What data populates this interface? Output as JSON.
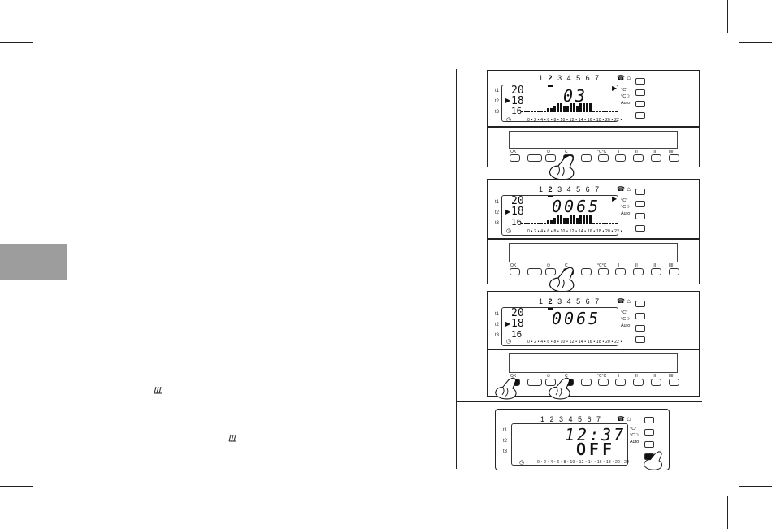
{
  "units": [
    {
      "days_prefix": "1",
      "days_bold": "2",
      "days_suffix": "3 4 5 6 7",
      "phone": "☎ ⌂",
      "zones": [
        "t1",
        "t2",
        "t3"
      ],
      "temps": [
        "20",
        "18",
        "16"
      ],
      "display": "03",
      "hours": "0 • 2 • 4 • 6 • 8 • 10 • 12 • 14 • 16 • 18 • 20 • 22 •",
      "side_labels": [
        "°C*",
        "°C☽",
        "Auto"
      ],
      "panel_buttons": [
        "OK",
        "",
        "⏻",
        "C",
        "",
        "°C°C",
        "I",
        "II",
        "III",
        "IIII"
      ]
    },
    {
      "days_prefix": "1",
      "days_bold": "2",
      "days_suffix": "3 4 5 6 7",
      "phone": "☎ ⌂",
      "zones": [
        "t1",
        "t2",
        "t3"
      ],
      "temps": [
        "20",
        "18",
        "16"
      ],
      "display": "0065",
      "hours": "0 • 2 • 4 • 6 • 8 • 10 • 12 • 14 • 16 • 18 • 20 • 22 •",
      "side_labels": [
        "°C*",
        "°C☽",
        "Auto"
      ],
      "panel_buttons": [
        "OK",
        "",
        "⏻",
        "C",
        "",
        "°C°C",
        "I",
        "II",
        "III",
        "IIII"
      ]
    },
    {
      "days_prefix": "1",
      "days_bold": "2",
      "days_suffix": "3 4 5 6 7",
      "phone": "☎ ⌂",
      "zones": [
        "t1",
        "t2",
        "t3"
      ],
      "temps": [
        "20",
        "18",
        "16"
      ],
      "display": "0065",
      "hours": "0 • 2 • 4 • 6 • 8 • 10 • 12 • 14 • 16 • 18 • 20 • 22 •",
      "side_labels": [
        "°C*",
        "°C☽",
        "Auto"
      ],
      "panel_buttons": [
        "OK",
        "",
        "⏻",
        "C",
        "",
        "°C°C",
        "I",
        "II",
        "III",
        "IIII"
      ]
    },
    {
      "days": "1 2 3 4 5 6 7",
      "phone": "☎ ⌂",
      "zones": [
        "t1",
        "t2",
        "t3"
      ],
      "time": "12:37",
      "status": "OFF",
      "hours": "0 • 2 • 4 • 6 • 8 • 10 • 12 • 14 • 16 • 18 • 20 • 22 •",
      "side_labels": [
        "°C*",
        "°C☽",
        "Auto"
      ]
    }
  ]
}
